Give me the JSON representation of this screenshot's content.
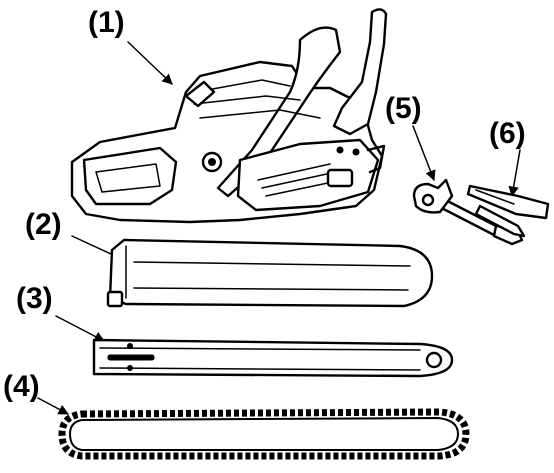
{
  "labels": {
    "saw": "(1)",
    "guide_cover": "(2)",
    "guide_bar": "(3)",
    "chain": "(4)",
    "wrench": "(5)",
    "screwdriver": "(6)"
  }
}
